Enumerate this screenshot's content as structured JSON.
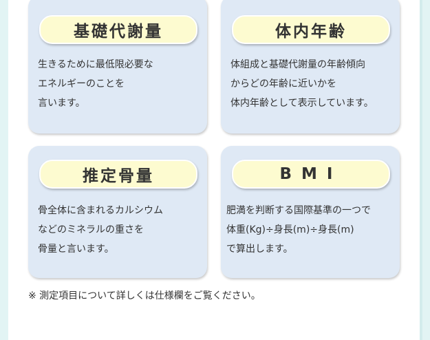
{
  "cards": [
    {
      "title": "基礎代謝量",
      "lines": [
        "生きるために最低限必要な",
        "エネルギーのことを",
        "言います。"
      ]
    },
    {
      "title": "体内年齢",
      "lines": [
        "体組成と基礎代謝量の年齢傾向",
        "からどの年齢に近いかを",
        "体内年齢として表示しています。"
      ]
    },
    {
      "title": "推定骨量",
      "lines": [
        "骨全体に含まれるカルシウム",
        "などのミネラルの重さを",
        "骨量と言います。"
      ]
    },
    {
      "title": "BMI",
      "lines": [
        "肥満を判断する国際基準の一つで",
        "体重(Kg)÷身長(m)÷身長(m)",
        "で算出します。"
      ]
    }
  ],
  "note": "※ 測定項目について詳しくは仕様欄をご覧ください。"
}
